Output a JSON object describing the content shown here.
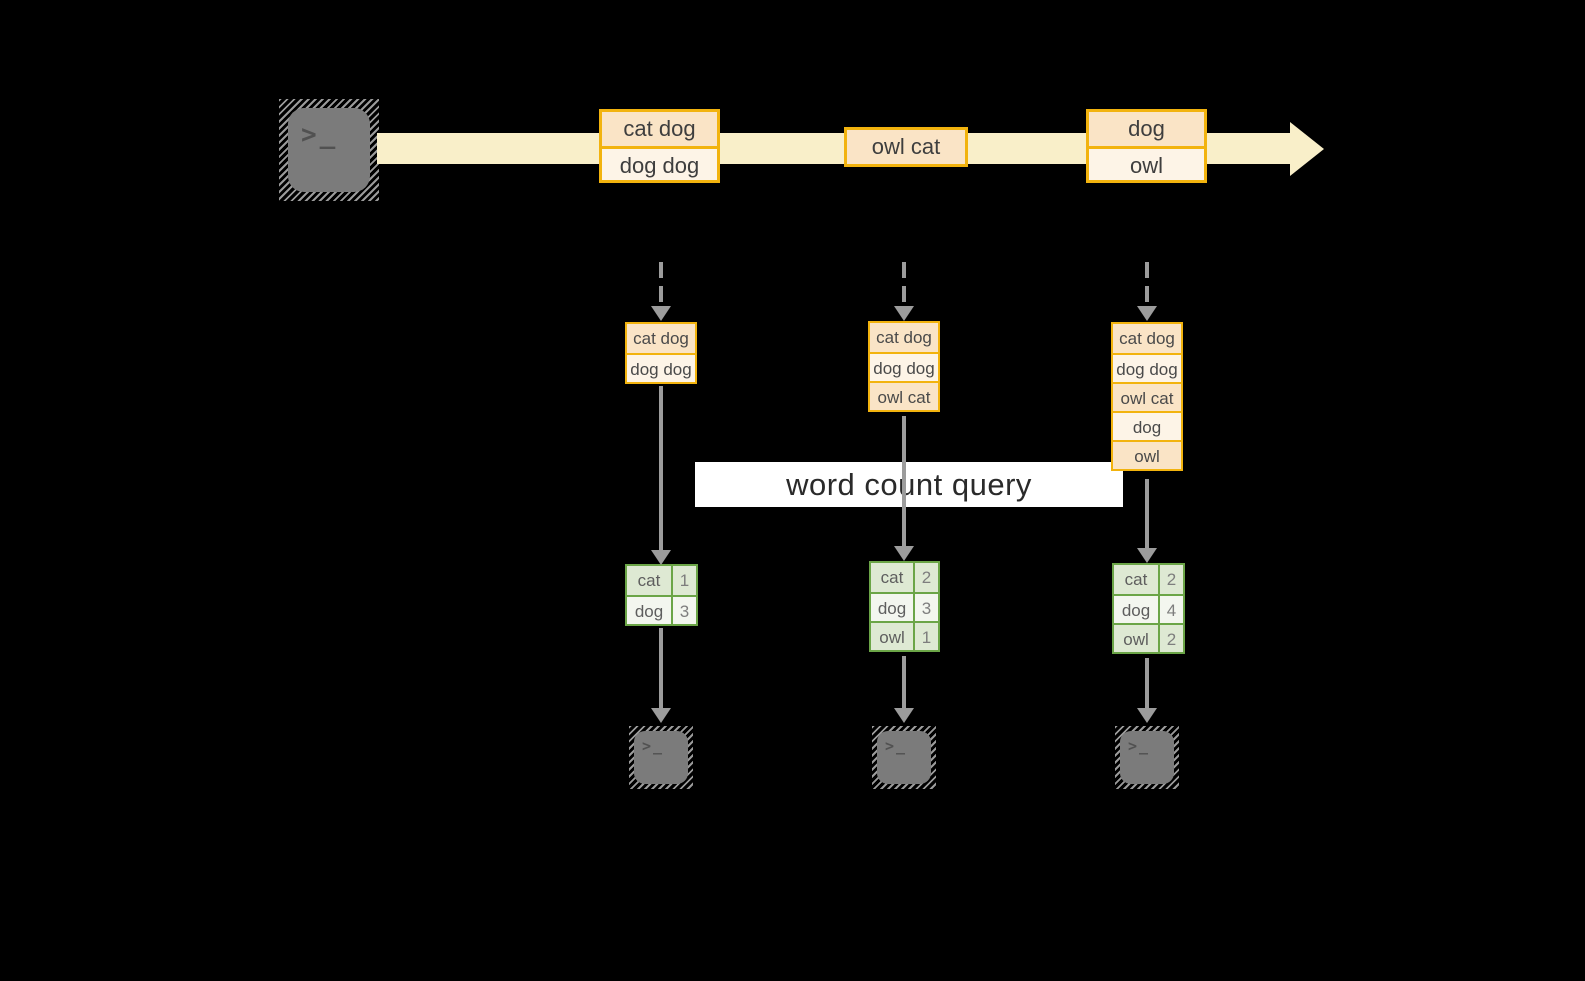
{
  "icons": {
    "terminal_glyph": ">_"
  },
  "colors": {
    "background": "#000000",
    "stream_fill": "#F9EFC9",
    "box_border": "#F2B30E",
    "box_fill_dark": "#FAE4C6",
    "box_fill_light": "#FDF4E7",
    "table_border": "#6BA547",
    "table_fill_dark": "#DEE9D3",
    "table_fill_light": "#F3F6EF",
    "arrow_gray": "#9C9C9C",
    "terminal_gray": "#7B7B7B",
    "query_band_bg": "#FFFFFF"
  },
  "query": {
    "label": "word count query"
  },
  "stream": {
    "messages": [
      {
        "lines": [
          "cat dog",
          "dog dog"
        ]
      },
      {
        "lines": [
          "owl cat"
        ]
      },
      {
        "lines": [
          "dog",
          "owl"
        ]
      }
    ]
  },
  "consumers": [
    {
      "buffer": [
        "cat dog",
        "dog dog"
      ],
      "counts": [
        {
          "word": "cat",
          "count": "1"
        },
        {
          "word": "dog",
          "count": "3"
        }
      ]
    },
    {
      "buffer": [
        "cat dog",
        "dog dog",
        "owl cat"
      ],
      "counts": [
        {
          "word": "cat",
          "count": "2"
        },
        {
          "word": "dog",
          "count": "3"
        },
        {
          "word": "owl",
          "count": "1"
        }
      ]
    },
    {
      "buffer": [
        "cat dog",
        "dog dog",
        "owl cat",
        "dog",
        "owl"
      ],
      "counts": [
        {
          "word": "cat",
          "count": "2"
        },
        {
          "word": "dog",
          "count": "4"
        },
        {
          "word": "owl",
          "count": "2"
        }
      ]
    }
  ]
}
